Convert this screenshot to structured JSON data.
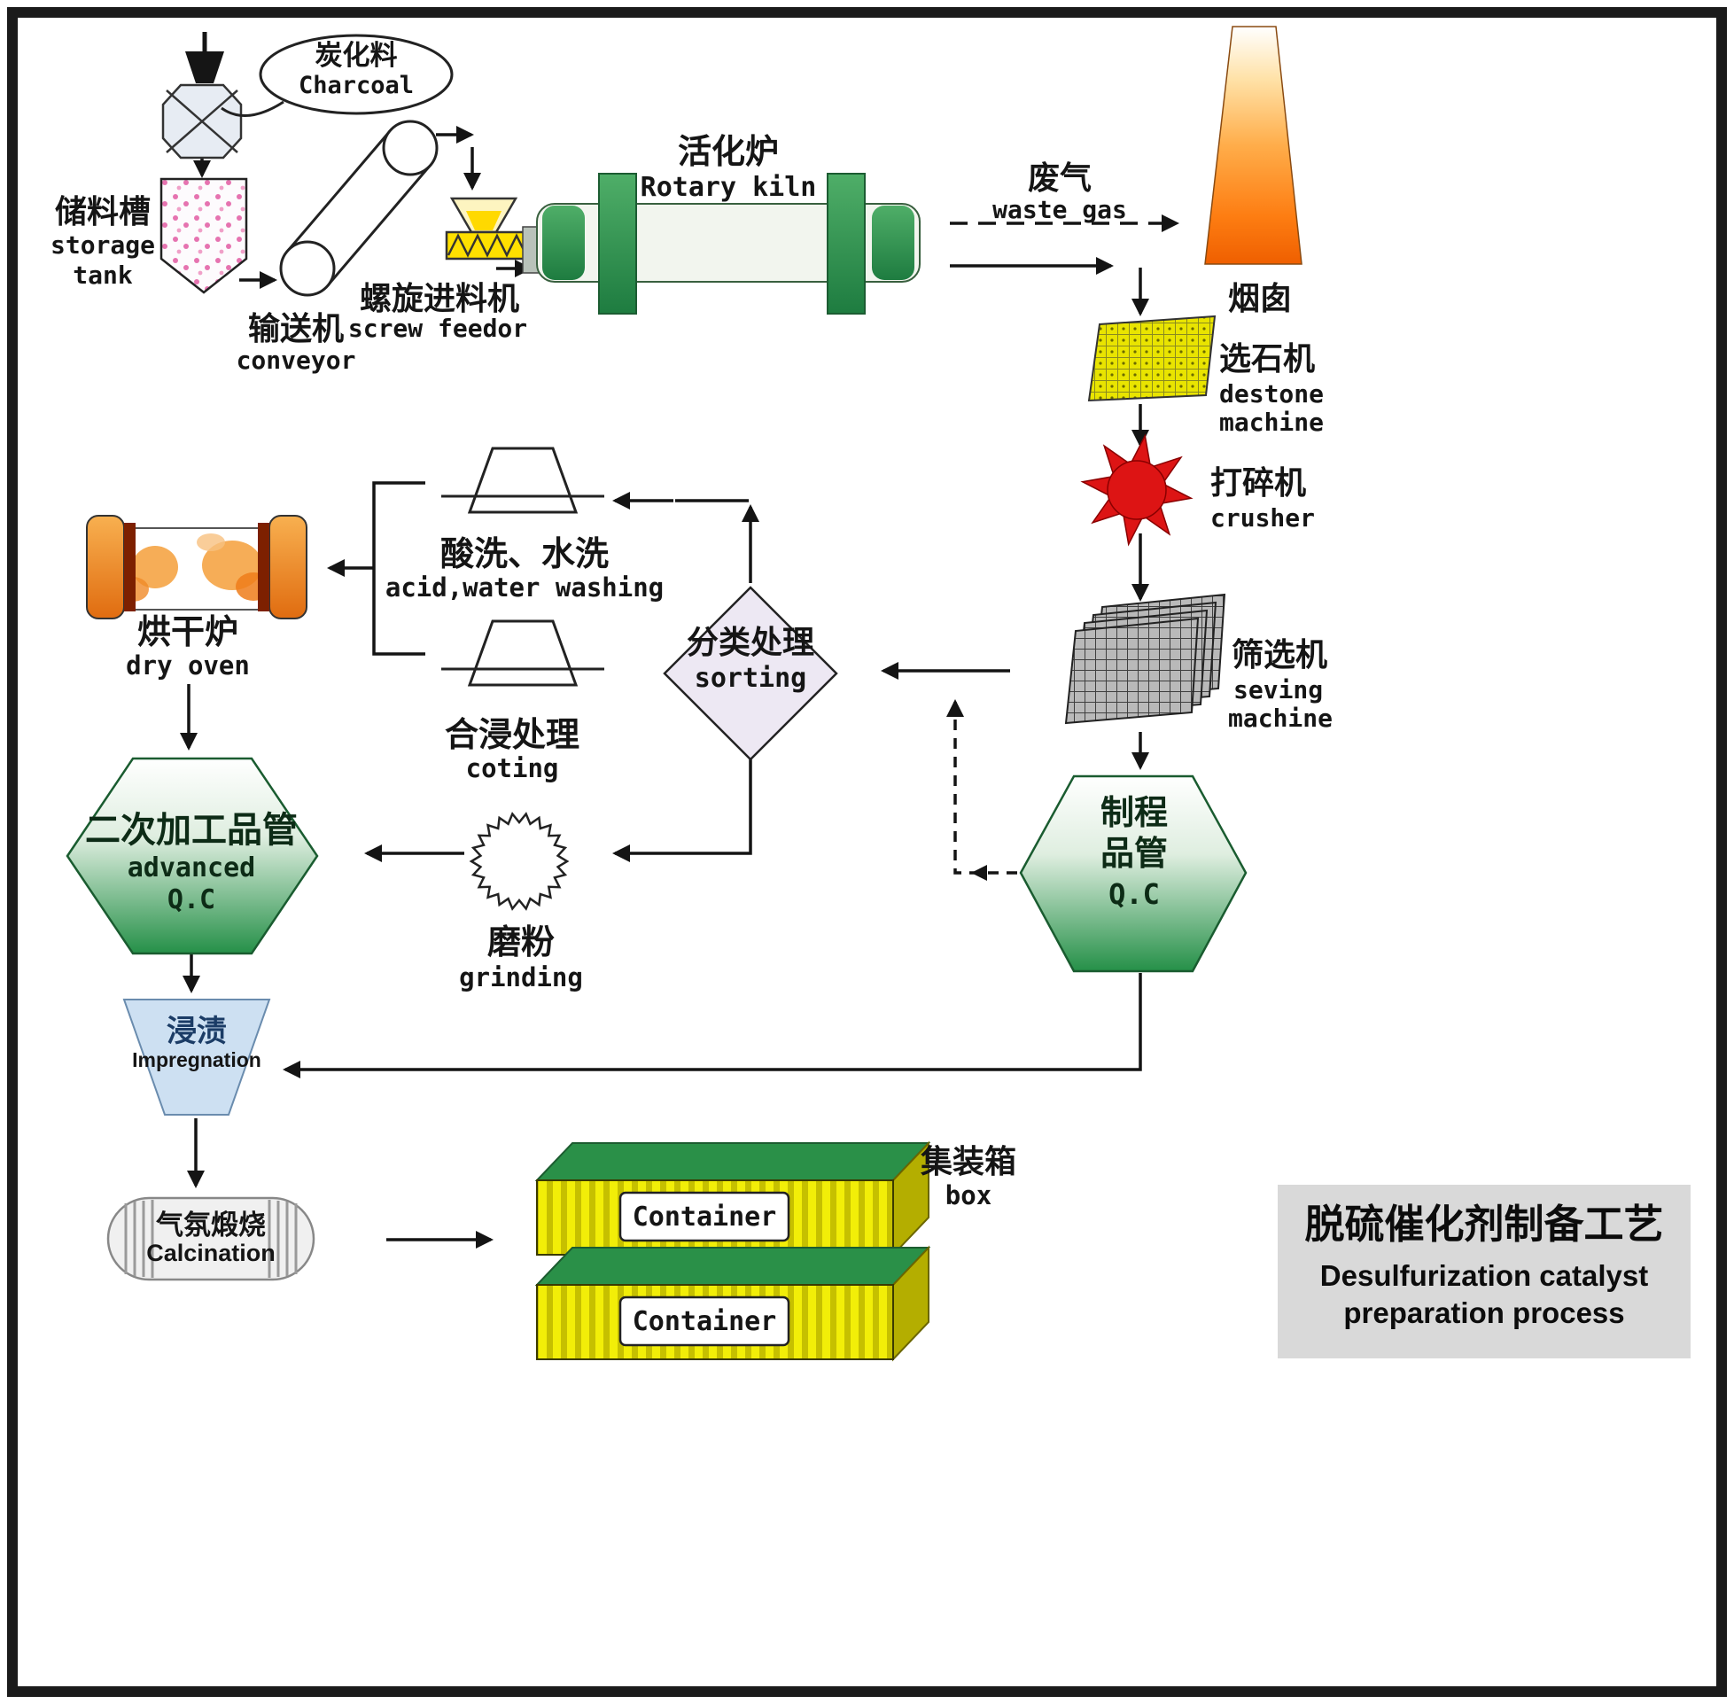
{
  "colors": {
    "kiln_green": "#2d9150",
    "hex_green": "#259048",
    "chimney_orange": "#ff7a10",
    "crusher_red": "#dd1414",
    "destone_yellow": "#e9e400",
    "sorting_fill": "#ede8f3",
    "impregnation_blue": "#cde0f2",
    "container_yellow": "#f0ec00",
    "container_green": "#2a9048",
    "oven_orange": "#f08a28",
    "title_bg": "#d9d9d9"
  },
  "bubble": {
    "zh": "炭化料",
    "en": "Charcoal"
  },
  "storage_tank": {
    "zh": "储料槽",
    "en1": "storage",
    "en2": "tank"
  },
  "conveyor": {
    "zh": "输送机",
    "en": "conveyor"
  },
  "screw_feeder": {
    "zh": "螺旋进料机",
    "en": "screw feedor"
  },
  "rotary_kiln": {
    "zh": "活化炉",
    "en": "Rotary kiln"
  },
  "waste_gas": {
    "zh": "废气",
    "en": "waste gas"
  },
  "chimney": {
    "zh": "烟囱"
  },
  "destone": {
    "zh": "选石机",
    "en1": "destone",
    "en2": "machine"
  },
  "crusher": {
    "zh": "打碎机",
    "en": "crusher"
  },
  "seving": {
    "zh": "筛选机",
    "en1": "seving",
    "en2": "machine"
  },
  "process_qc": {
    "zh1": "制程",
    "zh2": "品管",
    "en": "Q.C"
  },
  "sorting": {
    "zh": "分类处理",
    "en": "sorting"
  },
  "acid_washing": {
    "zh": "酸洗、水洗",
    "en": "acid,water washing"
  },
  "coting": {
    "zh": "合浸处理",
    "en": "coting"
  },
  "grinding": {
    "zh": "磨粉",
    "en": "grinding"
  },
  "dry_oven": {
    "zh": "烘干炉",
    "en": "dry oven"
  },
  "advanced_qc": {
    "zh": "二次加工品管",
    "en1": "advanced",
    "en2": "Q.C"
  },
  "impregnation": {
    "zh": "浸渍",
    "en": "Impregnation"
  },
  "calcination": {
    "zh": "气氛煅烧",
    "en": "Calcination"
  },
  "containers": {
    "top_label": "Container",
    "bottom_label": "Container",
    "zh": "集装箱",
    "en": "box"
  },
  "title": {
    "zh": "脱硫催化剂制备工艺",
    "en1": "Desulfurization catalyst",
    "en2": "preparation process"
  }
}
